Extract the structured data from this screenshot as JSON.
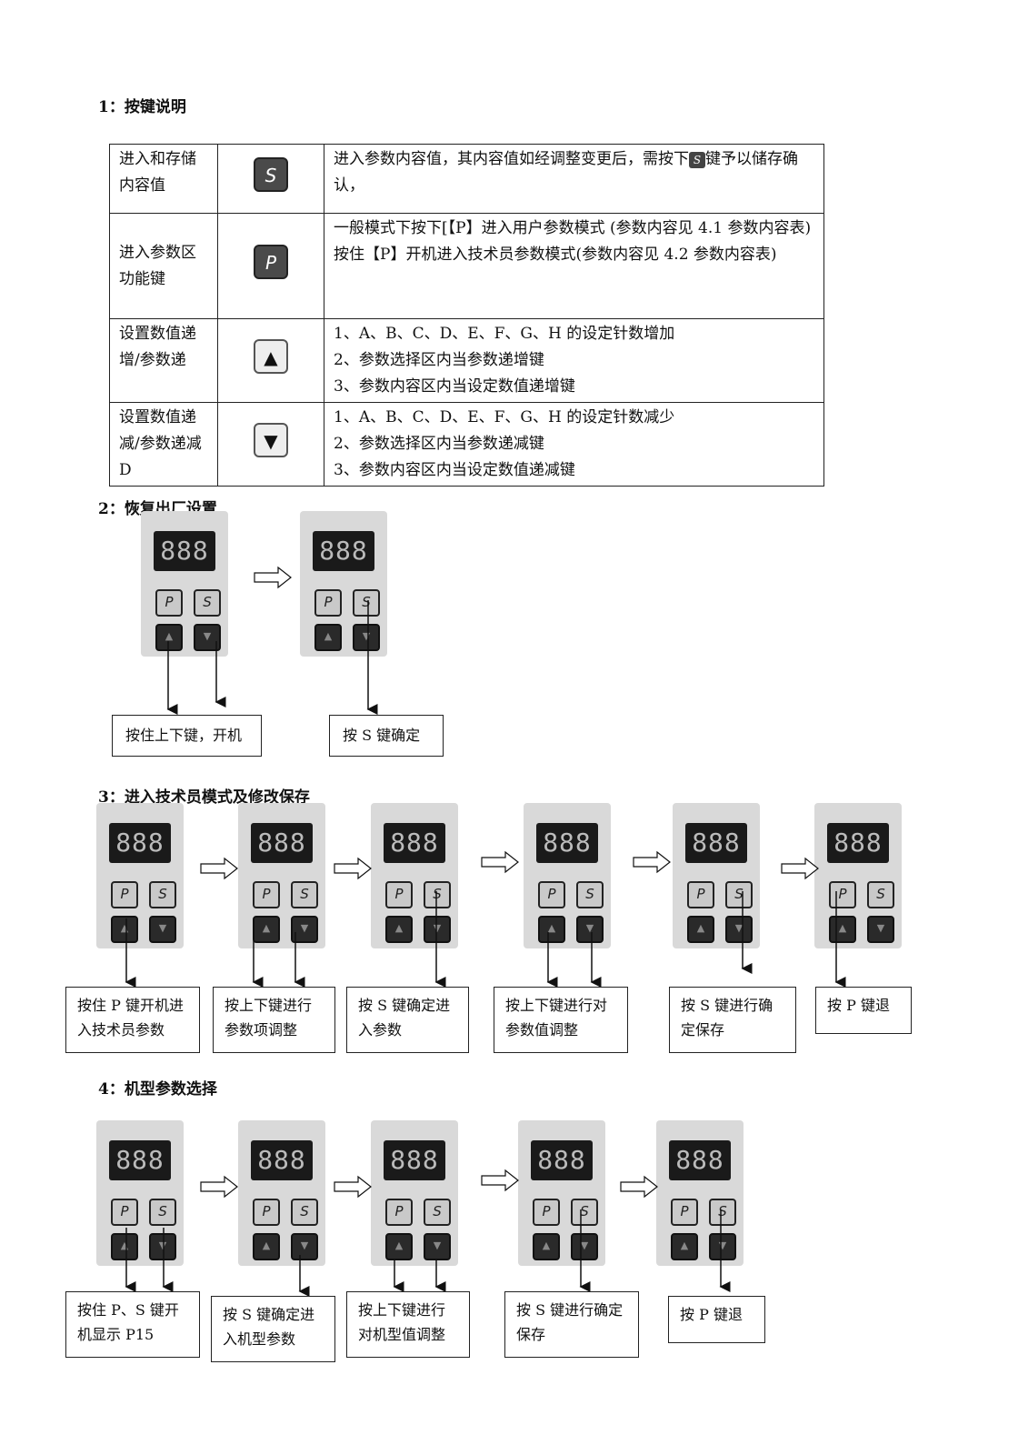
{
  "sec1": {
    "title": "1：按键说明"
  },
  "rows": [
    {
      "name": "进入和存储内容值",
      "icon": "s-key-icon",
      "desc": [
        "进入参数内容值，其内容值如经调整变更后，需按下",
        "键予以储存确认，"
      ],
      "key": "S"
    },
    {
      "name": "进入参数区功能键",
      "icon": "p-key-icon",
      "desc": [
        "一般模式下按下[【P】进入用户参数模式 (参数内容见 4.1 参数内容表)",
        "按住【P】开机进入技术员参数模式(参数内容见 4.2 参数内容表)"
      ],
      "key": "P"
    },
    {
      "name": "设置数值递增/参数递",
      "icon": "up-key-icon",
      "desc": [
        "1、A、B、C、D、E、F、G、H 的设定针数增加",
        "2、参数选择区内当参数递增键",
        "3、参数内容区内当设定数值递增键"
      ],
      "key": "▲"
    },
    {
      "name": "设置数值递减/参数递减D",
      "icon": "down-key-icon",
      "desc": [
        "1、A、B、C、D、E、F、G、H 的设定针数减少",
        "2、参数选择区内当参数递减键",
        "3、参数内容区内当设定数值递减键"
      ],
      "key": "▼"
    }
  ],
  "display": "888",
  "keys": {
    "p": "P",
    "s": "S",
    "up": "▲",
    "down": "▼"
  },
  "sec2": {
    "title": "2：恢复出厂设置",
    "labels": [
      "按住上下键，开机",
      "按 S 键确定"
    ]
  },
  "sec3": {
    "title": "3：进入技术员模式及修改保存",
    "labels": [
      "按住 P 键开机进入技术员参数",
      "按上下键进行参数项调整",
      "按 S 键确定进入参数",
      "按上下键进行对参数值调整",
      "按 S 键进行确定保存",
      "按 P 键退"
    ]
  },
  "sec4": {
    "title": "4：机型参数选择",
    "labels": [
      "按住 P、S 键开机显示 P15",
      "按 S 键确定进入机型参数",
      "按上下键进行对机型值调整",
      "按 S 键进行确定保存",
      "按 P 键退"
    ]
  }
}
